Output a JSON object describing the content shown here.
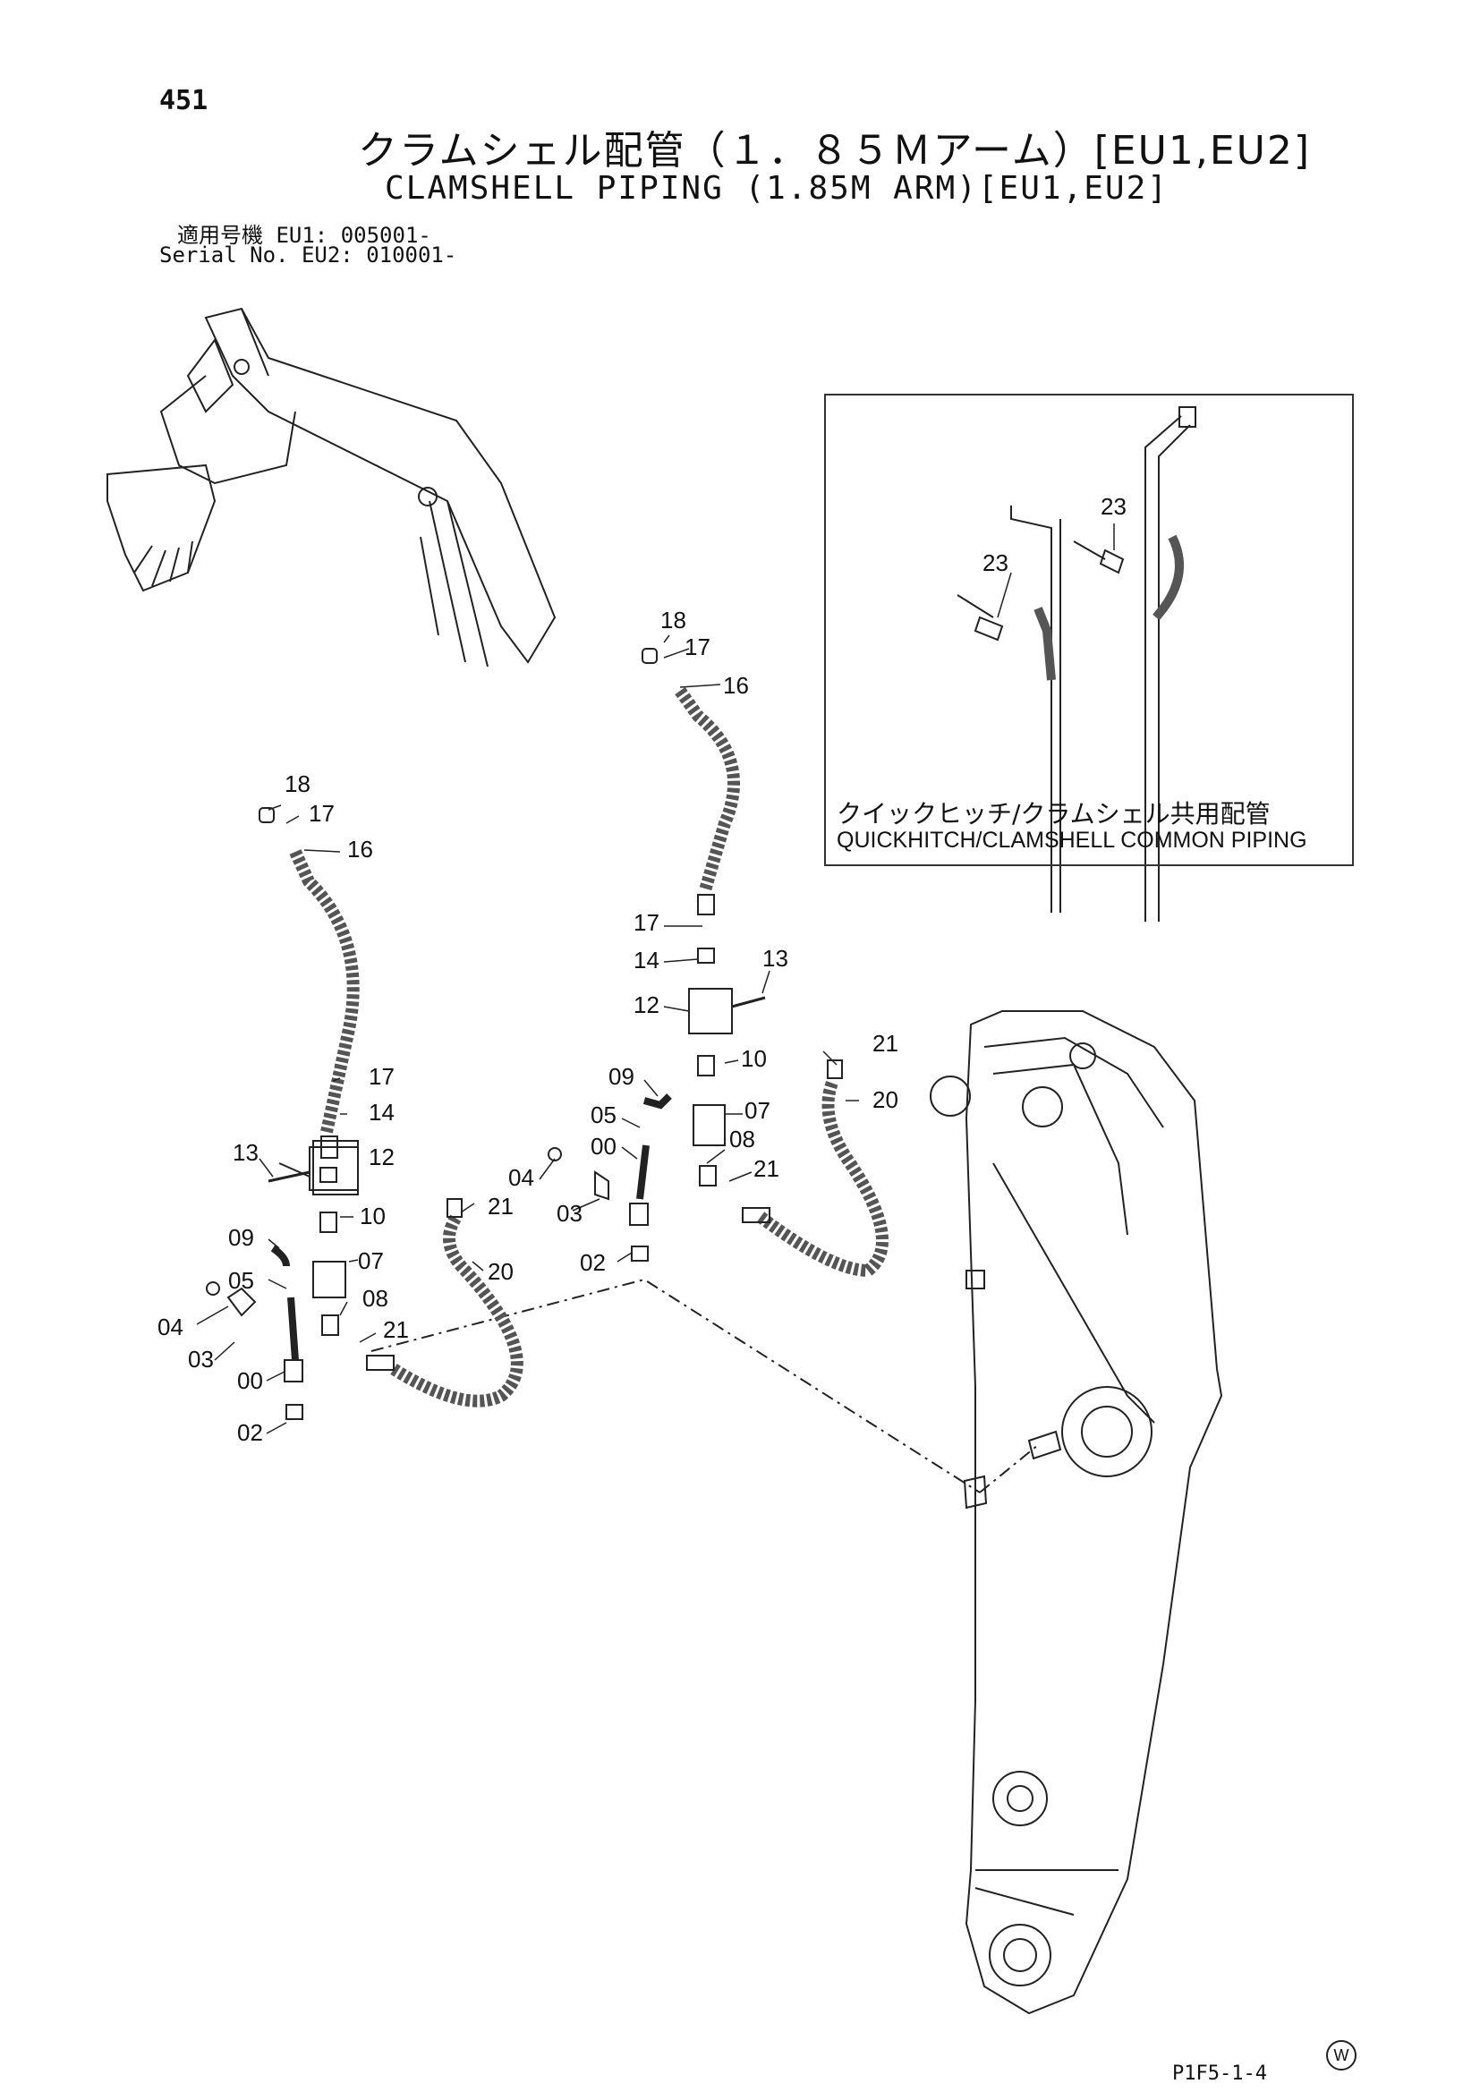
{
  "header": {
    "page_number": "451",
    "title_jp": "クラムシェル配管（１．８５Ｍアーム）[EU1,EU2]",
    "title_en": "CLAMSHELL PIPING (1.85M ARM)[EU1,EU2]",
    "serial_line1": "適用号機 EU1: 005001-",
    "serial_line2": "Serial No. EU2: 010001-"
  },
  "inset": {
    "caption_jp": "クイックヒッチ/クラムシェル共用配管",
    "caption_en": "QUICKHITCH/CLAMSHELL COMMON PIPING",
    "callouts": [
      "23",
      "23"
    ]
  },
  "left_group_callouts": [
    "18",
    "17",
    "16",
    "17",
    "14",
    "13",
    "12",
    "10",
    "09",
    "07",
    "05",
    "08",
    "21",
    "04",
    "03",
    "00",
    "02",
    "21",
    "20"
  ],
  "right_group_callouts": [
    "18",
    "17",
    "16",
    "17",
    "14",
    "13",
    "12",
    "10",
    "09",
    "07",
    "05",
    "00",
    "08",
    "21",
    "04",
    "03",
    "02",
    "21",
    "20"
  ],
  "footer": {
    "variant_mark": "W",
    "figure_code": "P1F5-1-4"
  }
}
